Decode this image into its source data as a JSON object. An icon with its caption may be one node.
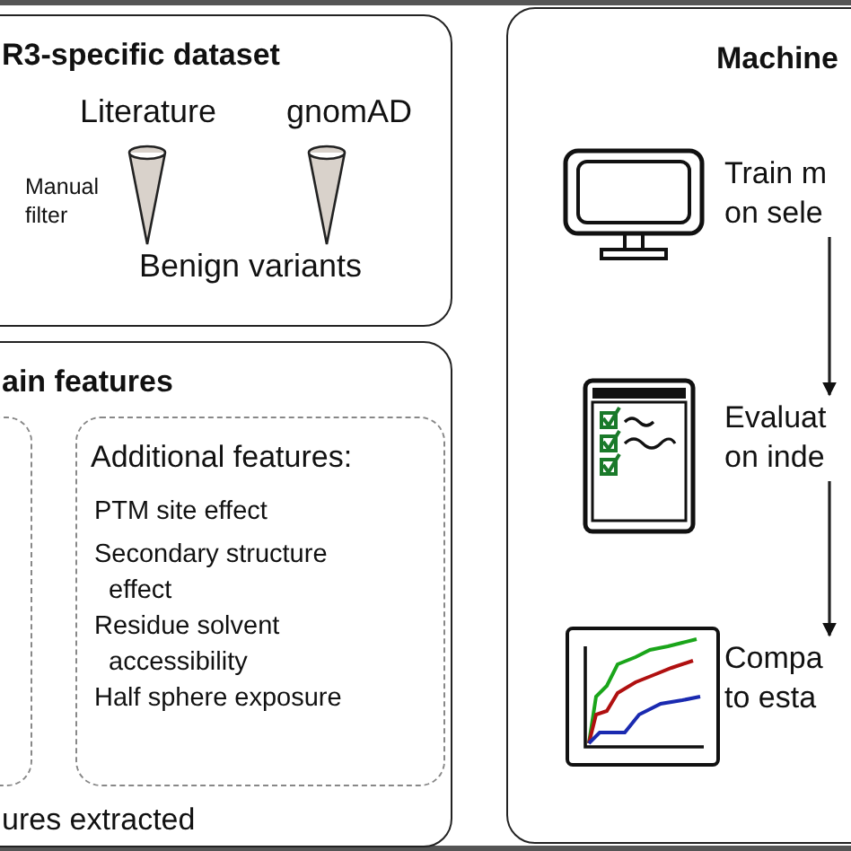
{
  "diagram": {
    "nodes": [
      {
        "text": [
          "R3-specific dataset"
        ]
      },
      {
        "text": [
          "Literature"
        ],
        "in": 0
      },
      {
        "text": [
          "gnomAD"
        ],
        "in": 0
      },
      {
        "text": [
          "Benign variants"
        ],
        "in": 0
      },
      {
        "text": [
          "ain features",
          "ures extracted"
        ]
      },
      {
        "text": [],
        "shape": "box",
        "in": 4
      },
      {
        "text": [
          "Additional features:",
          "PTM site effect",
          "Secondary structure effect",
          "Residue solvent accessibility",
          "Half sphere exposure"
        ],
        "in": 4
      },
      {
        "text": [
          "Machine"
        ]
      },
      {
        "text": [
          "Train m on sele"
        ],
        "in": 7
      },
      {
        "text": [
          "Evaluat on inde"
        ],
        "in": 7
      },
      {
        "text": [
          "Compa to esta"
        ],
        "in": 7
      }
    ],
    "edges": [
      {
        "from": 1,
        "to": 3,
        "arrow": "none",
        "label": "Manual filter"
      },
      {
        "from": 2,
        "to": 3,
        "arrow": "none"
      },
      {
        "from": 8,
        "to": 9,
        "arrow": "to"
      },
      {
        "from": 9,
        "to": 10,
        "arrow": "to"
      }
    ]
  }
}
